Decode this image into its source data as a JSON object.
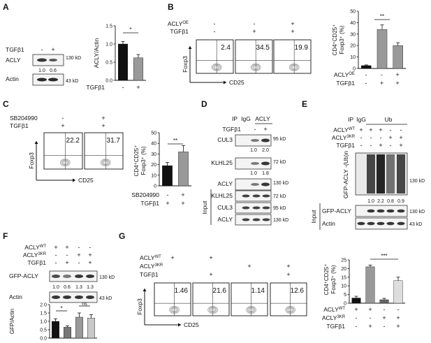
{
  "panels": {
    "A": {
      "letter": "A",
      "row_labels": [
        "TGFβ1",
        "ACLY",
        "Actin"
      ],
      "signs": [
        "-",
        "+"
      ],
      "sizes": [
        "130 kD",
        "43 kD"
      ],
      "quant": [
        "1.0",
        "0.6"
      ],
      "sig": "*",
      "xlabel": "TGFβ1"
    },
    "B": {
      "letter": "B",
      "header_rows": [
        {
          "label": "ACLYOE",
          "signs": [
            "-",
            "-",
            "+"
          ]
        },
        {
          "label": "TGFβ1",
          "signs": [
            "-",
            "+",
            "+"
          ]
        }
      ],
      "facs_values": [
        "2.4",
        "34.5",
        "19.9"
      ],
      "facs_x": "CD25",
      "facs_y": "Foxp3",
      "sig": "**",
      "bar_rows": [
        {
          "label": "ACLYOE",
          "signs": [
            "-",
            "-",
            "+"
          ]
        },
        {
          "label": "TGFβ1",
          "signs": [
            "-",
            "+",
            "+"
          ]
        }
      ]
    },
    "C": {
      "letter": "C",
      "header_rows": [
        {
          "label": "SB204990",
          "signs": [
            "-",
            "+"
          ]
        },
        {
          "label": "TGFβ1",
          "signs": [
            "+",
            "+"
          ]
        }
      ],
      "facs_values": [
        "22.2",
        "31.7"
      ],
      "facs_x": "CD25",
      "facs_y": "Foxp3",
      "sig": "**",
      "bar_rows": [
        {
          "label": "SB204990",
          "signs": [
            "-",
            "+"
          ]
        },
        {
          "label": "TGFβ1",
          "signs": [
            "+",
            "+"
          ]
        }
      ]
    },
    "D": {
      "letter": "D",
      "ip": "IP",
      "cols": [
        "IgG",
        "ACLY"
      ],
      "tgf_label": "TGFβ1",
      "tgf_signs": [
        "-",
        "+"
      ],
      "blots": [
        {
          "label": "CUL3",
          "size": "95 kD",
          "quant": [
            "1.0",
            "2.0"
          ]
        },
        {
          "label": "KLHL25",
          "size": "72 kD",
          "quant": [
            "1.0",
            "1.8"
          ]
        },
        {
          "label": "ACLY",
          "size": "130 kD",
          "quant": []
        }
      ],
      "input_label": "Input",
      "input_blots": [
        {
          "label": "KLHL25",
          "size": "72 kD"
        },
        {
          "label": "CUL3",
          "size": "95 kD"
        },
        {
          "label": "ACLY",
          "size": "130 kD"
        }
      ]
    },
    "E": {
      "letter": "E",
      "ip": "IP",
      "cols": [
        "IgG",
        "Ub"
      ],
      "rows": [
        {
          "label": "ACLYWT",
          "signs": [
            "+",
            "+",
            "+",
            "-",
            "-"
          ]
        },
        {
          "label": "ACLY3KR",
          "signs": [
            "-",
            "-",
            "-",
            "+",
            "+"
          ]
        },
        {
          "label": "TGFβ1",
          "signs": [
            "-",
            "-",
            "+",
            "-",
            "+"
          ]
        }
      ],
      "ub_label": "GFP-ACLY -(Ub)n",
      "size": "130 kD",
      "quant": [
        "1.0",
        "2.2",
        "0.8",
        "0.9"
      ],
      "input_label": "Input",
      "input_blots": [
        {
          "label": "GFP-ACLY",
          "size": "130 kD"
        },
        {
          "label": "Actin",
          "size": "43 kD"
        }
      ]
    },
    "F": {
      "letter": "F",
      "rows": [
        {
          "label": "ACLYWT",
          "signs": [
            "+",
            "+",
            "-",
            "-"
          ]
        },
        {
          "label": "ACLY3KR",
          "signs": [
            "-",
            "-",
            "+",
            "+"
          ]
        },
        {
          "label": "TGFβ1",
          "signs": [
            "-",
            "+",
            "-",
            "+"
          ]
        }
      ],
      "blots": [
        {
          "label": "GFP-ACLY",
          "size": "130 kD"
        },
        {
          "label": "Actin",
          "size": "43 kD"
        }
      ],
      "quant": [
        "1.0",
        "0.6",
        "1.3",
        "1.3"
      ],
      "sig1": "*",
      "sig2": "ns"
    },
    "G": {
      "letter": "G",
      "rows": [
        {
          "label": "ACLYWT",
          "signs": [
            "+",
            "+",
            "",
            ""
          ]
        },
        {
          "label": "ACLY3KR",
          "signs": [
            "",
            "",
            "+",
            "+"
          ]
        },
        {
          "label": "TGFβ1",
          "signs": [
            "",
            "+",
            "",
            "+"
          ]
        }
      ],
      "facs_values": [
        "1.46",
        "21.6",
        "1.14",
        "12.6"
      ],
      "facs_x": "CD25",
      "facs_y": "Foxp3",
      "sig": "***",
      "bar_rows": [
        {
          "label": "ACLYWT",
          "signs": [
            "+",
            "+",
            "-",
            "-"
          ]
        },
        {
          "label": "ACLY3KR",
          "signs": [
            "-",
            "-",
            "+",
            "+"
          ]
        },
        {
          "label": "TGFβ1",
          "signs": [
            "-",
            "+",
            "-",
            "+"
          ]
        }
      ]
    }
  },
  "chart_data": [
    {
      "panel": "A",
      "type": "bar",
      "ylabel": "ACLY/Actin",
      "ylim": [
        0,
        1.5
      ],
      "yticks": [
        "0.0",
        "0.5",
        "1.0",
        "1.5"
      ],
      "values": [
        1.0,
        0.62
      ],
      "errors": [
        0.07,
        0.09
      ],
      "colors": [
        "#111111",
        "#999999"
      ]
    },
    {
      "panel": "B",
      "type": "bar",
      "ylabel": "CD4⁺CD25⁺ Foxp3⁺ (%)",
      "ylim": [
        0,
        50
      ],
      "yticks": [
        "0",
        "10",
        "20",
        "30",
        "40",
        "50"
      ],
      "values": [
        2.5,
        34,
        20
      ],
      "errors": [
        0.6,
        4,
        2.5
      ],
      "colors": [
        "#111111",
        "#999999",
        "#999999"
      ]
    },
    {
      "panel": "C",
      "type": "bar",
      "ylabel": "CD4⁺CD25⁺ Foxp3⁺ (%)",
      "ylim": [
        0,
        50
      ],
      "yticks": [
        "0",
        "10",
        "20",
        "30",
        "40",
        "50"
      ],
      "values": [
        19,
        32
      ],
      "errors": [
        3,
        6
      ],
      "colors": [
        "#111111",
        "#999999"
      ]
    },
    {
      "panel": "F",
      "type": "bar",
      "ylabel": "GFP/Actin",
      "ylim": [
        0,
        2.0
      ],
      "yticks": [
        "0.0",
        "0.5",
        "1.0",
        "1.5",
        "2.0"
      ],
      "values": [
        1.0,
        0.65,
        1.25,
        1.2
      ],
      "errors": [
        0.15,
        0.08,
        0.25,
        0.2
      ],
      "colors": [
        "#111111",
        "#777777",
        "#999999",
        "#c8c8c8"
      ]
    },
    {
      "panel": "G",
      "type": "bar",
      "ylabel": "CD4⁺CD25⁺ Foxp3⁺ (%)",
      "ylim": [
        0,
        25
      ],
      "yticks": [
        "0",
        "5",
        "10",
        "15",
        "20",
        "25"
      ],
      "values": [
        3,
        21,
        2,
        13
      ],
      "errors": [
        1,
        1,
        0.8,
        2
      ],
      "colors": [
        "#111111",
        "#999999",
        "#666666",
        "#dddddd"
      ]
    }
  ]
}
